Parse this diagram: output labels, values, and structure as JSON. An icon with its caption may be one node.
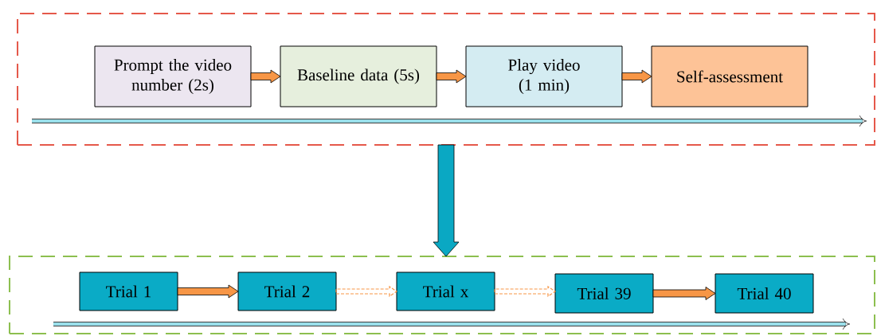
{
  "diagram": {
    "nodes": [
      {
        "text": [],
        "shape": "box"
      },
      {
        "text": [
          "Prompt the video number (2s)"
        ],
        "in": 0
      },
      {
        "text": [
          "Baseline data (5s)"
        ],
        "in": 0
      },
      {
        "text": [
          "Play video (1 min)"
        ],
        "in": 0
      },
      {
        "text": [
          "Self-assessment"
        ],
        "in": 0
      },
      {
        "text": [],
        "shape": "box"
      },
      {
        "text": [
          "Trial 1"
        ],
        "in": 5
      },
      {
        "text": [
          "Trial 2"
        ],
        "in": 5
      },
      {
        "text": [
          "Trial x"
        ],
        "in": 5
      },
      {
        "text": [
          "Trial 39"
        ],
        "in": 5
      },
      {
        "text": [
          "Trial 40"
        ],
        "in": 5
      }
    ],
    "edges": [
      {
        "from": 1,
        "to": 2,
        "arrow": "to"
      },
      {
        "from": 2,
        "to": 3,
        "arrow": "to"
      },
      {
        "from": 3,
        "to": 4,
        "arrow": "to"
      },
      {
        "from": 0,
        "to": 5,
        "arrow": "to",
        "style": "thick",
        "color": "#0aa8c3"
      },
      {
        "from": 6,
        "to": 7,
        "arrow": "to"
      },
      {
        "from": 7,
        "to": 8,
        "arrow": "to",
        "style": "dashed"
      },
      {
        "from": 8,
        "to": 9,
        "arrow": "to",
        "style": "dashed"
      },
      {
        "from": 9,
        "to": 10,
        "arrow": "to"
      }
    ]
  }
}
